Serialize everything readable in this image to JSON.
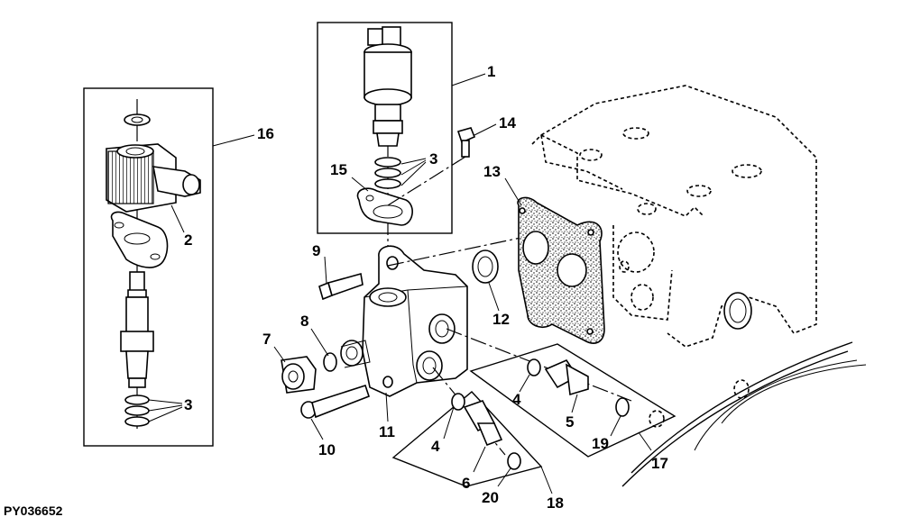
{
  "figure_id": "PY036652",
  "callouts": {
    "c1": "1",
    "c2": "2",
    "c3a": "3",
    "c3b": "3",
    "c4a": "4",
    "c4b": "4",
    "c5": "5",
    "c6": "6",
    "c7": "7",
    "c8": "8",
    "c9": "9",
    "c10": "10",
    "c11": "11",
    "c12": "12",
    "c13": "13",
    "c14": "14",
    "c15": "15",
    "c16": "16",
    "c17": "17",
    "c18": "18",
    "c19": "19",
    "c20": "20"
  },
  "colors": {
    "line": "#000000",
    "background": "#ffffff",
    "gasket_texture": "#9a9a9a"
  }
}
